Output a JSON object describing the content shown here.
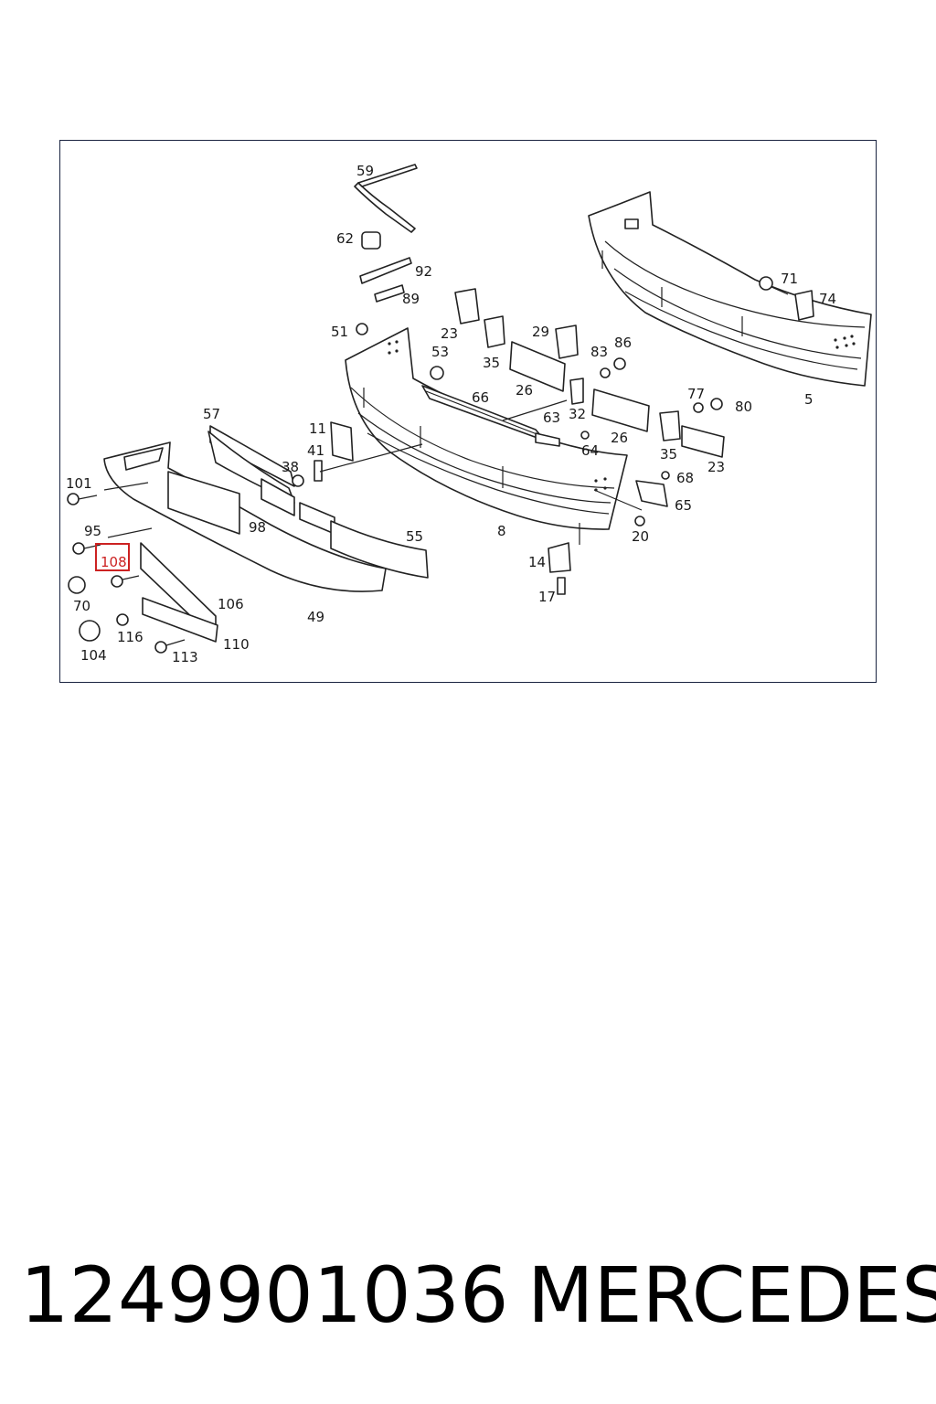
{
  "caption": {
    "part_number": "1249901036",
    "brand": "MERCEDES"
  },
  "highlight": {
    "label": "108",
    "color": "#cc2222"
  },
  "labels": [
    "59",
    "62",
    "92",
    "89",
    "51",
    "23",
    "53",
    "35",
    "29",
    "83",
    "86",
    "71",
    "74",
    "66",
    "26",
    "32",
    "63",
    "64",
    "77",
    "80",
    "26",
    "35",
    "23",
    "5",
    "57",
    "11",
    "41",
    "38",
    "101",
    "98",
    "95",
    "108",
    "70",
    "116",
    "104",
    "113",
    "106",
    "110",
    "49",
    "55",
    "8",
    "14",
    "17",
    "20",
    "65",
    "68"
  ]
}
